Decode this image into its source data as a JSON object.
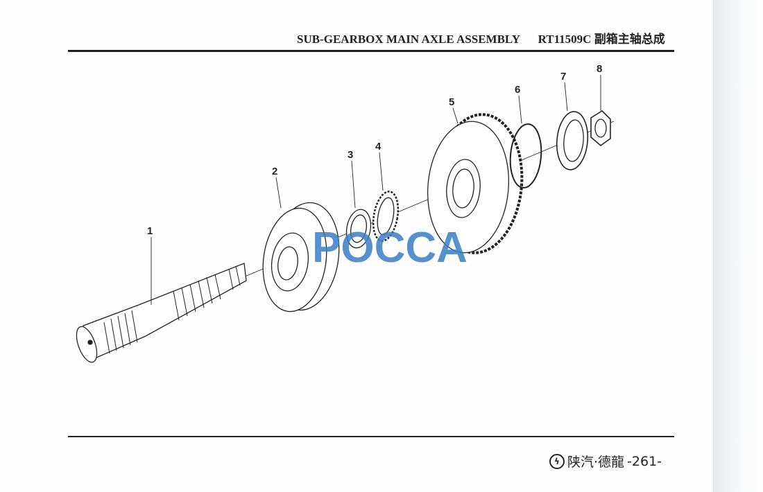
{
  "header": {
    "title": "SUB-GEARBOX MAIN AXLE ASSEMBLY",
    "model_title": "RT11509C 副箱主轴总成"
  },
  "diagram": {
    "callouts": [
      "1",
      "2",
      "3",
      "4",
      "5",
      "6",
      "7",
      "8"
    ],
    "watermark": "POCCA"
  },
  "footer": {
    "brand_icon": "lightning-circle-icon",
    "brand": "陕汽·德龍",
    "page_number": "-261-"
  }
}
